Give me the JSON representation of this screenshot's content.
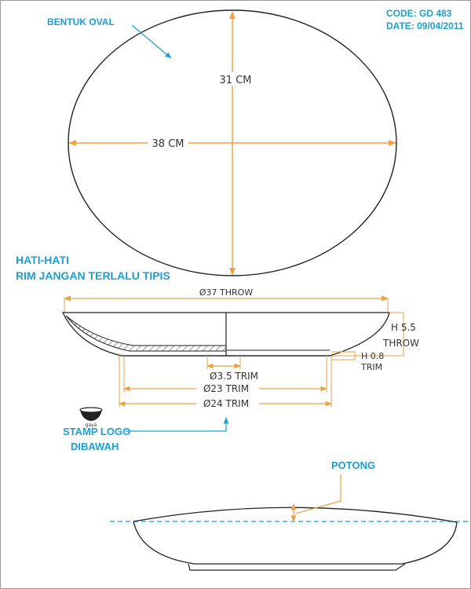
{
  "header": {
    "code": "CODE: GD 483",
    "date": "DATE: 09/04/2011"
  },
  "top_view": {
    "shape_label": "BENTUK OVAL",
    "height_dim": "31 CM",
    "width_dim": "38 CM"
  },
  "warning": {
    "line1": "HATI-HATI",
    "line2": "RIM JANGAN TERLALU TIPIS"
  },
  "section_view": {
    "throw_diameter": "Ø37 THROW",
    "height_throw_1": "H 5.5",
    "height_throw_2": "THROW",
    "height_trim_1": "H 0.8",
    "height_trim_2": "TRIM",
    "trim_small": "Ø3.5 TRIM",
    "trim_mid": "Ø23 TRIM",
    "trim_large": "Ø24 TRIM"
  },
  "stamp": {
    "logo_text": "gaya",
    "line1": "STAMP LOGO",
    "line2": "DIBAWAH"
  },
  "cut_view": {
    "label": "POTONG"
  },
  "colors": {
    "dimension_line": "#f0a040",
    "note_blue": "#1aa0d8",
    "outline": "#222222"
  }
}
